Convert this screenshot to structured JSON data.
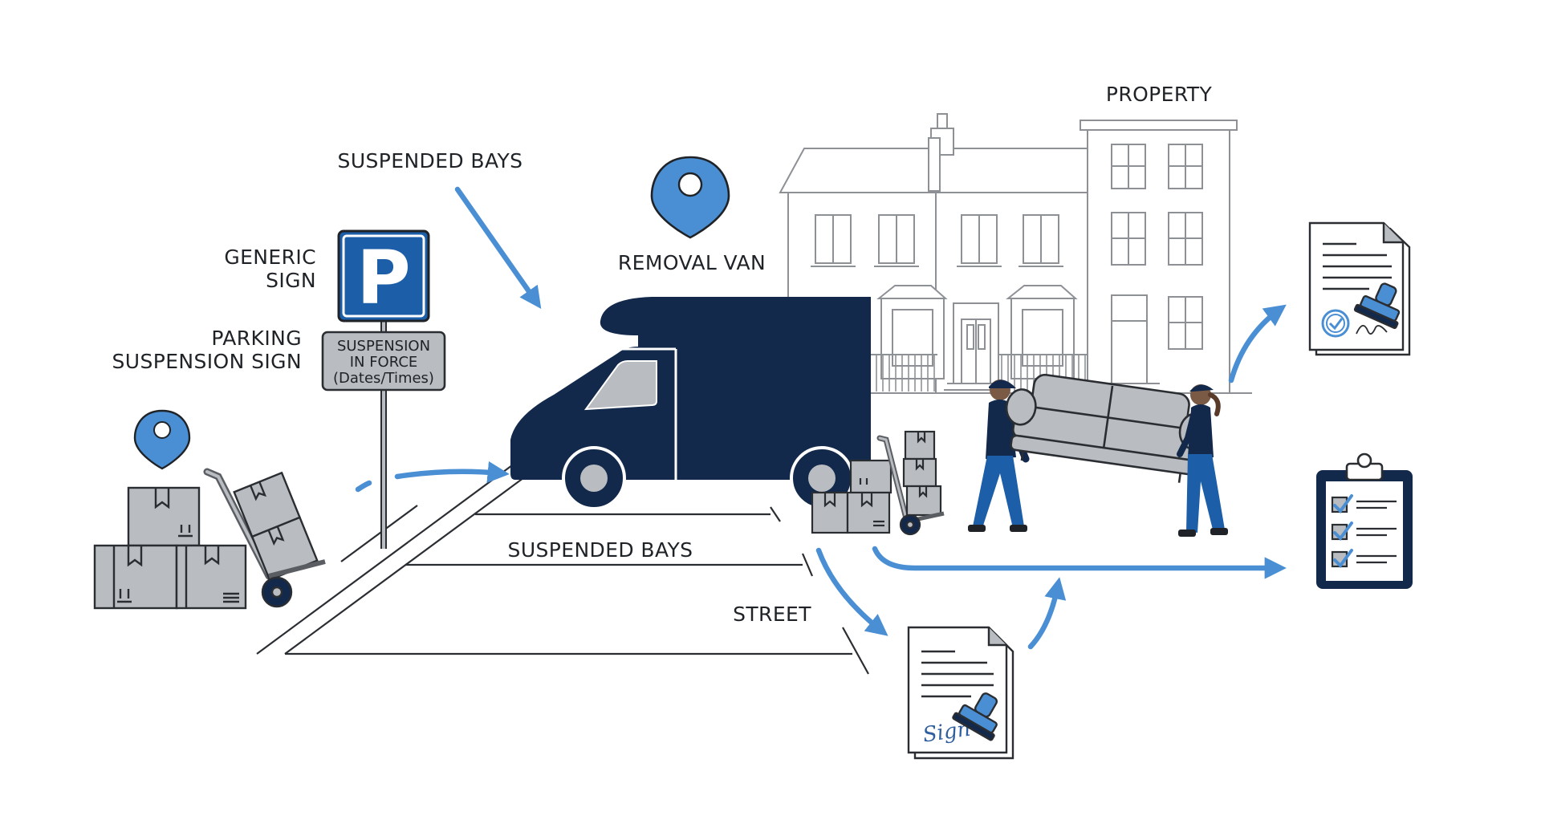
{
  "labels": {
    "property": "PROPERTY",
    "suspended_bays_top": "SUSPENDED BAYS",
    "removal_van": "REMOVAL VAN",
    "generic_sign_line1": "GENERIC",
    "generic_sign_line2": "SIGN",
    "parking_sign_line1": "PARKING",
    "parking_sign_line2": "SUSPENSION SIGN",
    "suspended_bays_street": "SUSPENDED BAYS",
    "street": "STREET"
  },
  "parking_sign": {
    "letter": "P",
    "plate_line1": "SUSPENSION",
    "plate_line2": "IN FORCE",
    "plate_line3": "(Dates/Times)"
  },
  "permit_document": {
    "signature": "Sign"
  },
  "colors": {
    "navy": "#13294b",
    "accent_blue": "#4a8fd4",
    "sign_blue": "#1d5ea8",
    "grey_fill": "#b9bcc0",
    "line": "#2a2d31",
    "building_line": "#8d9196"
  },
  "icons": [
    "location-pin-icon",
    "parking-p-icon",
    "removal-van-icon",
    "cardboard-box-icon",
    "hand-truck-icon",
    "mover-icon",
    "sofa-icon",
    "permit-document-icon",
    "stamp-icon",
    "checklist-clipboard-icon",
    "arrow-icon"
  ]
}
